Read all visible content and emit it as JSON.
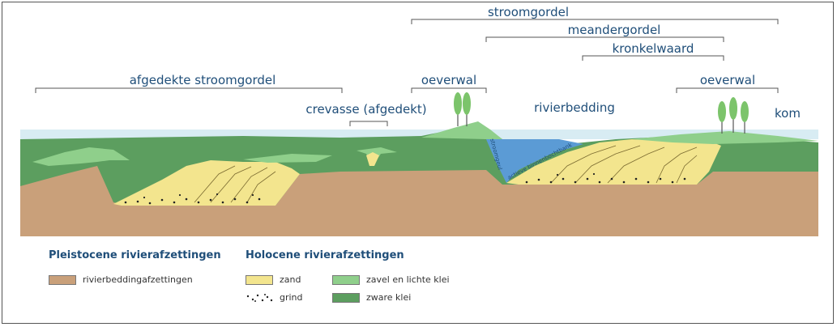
{
  "labels": {
    "stroomgordel": "stroomgordel",
    "meandergordel": "meandergordel",
    "kronkelwaard": "kronkelwaard",
    "afgedekte_stroomgordel": "afgedekte stroomgordel",
    "oeverwal_left": "oeverwal",
    "oeverwal_right": "oeverwal",
    "crevasse": "crevasse (afgedekt)",
    "rivierbedding": "rivierbedding",
    "kom": "kom",
    "actieve_binnenbochtbank": "actieve binnenbochtbank",
    "stroomgeul": "stroomgeul"
  },
  "legend": {
    "pleistocene_title": "Pleistocene rivierafzettingen",
    "holocene_title": "Holocene rivierafzettingen",
    "rivierbedding": "rivierbeddingafzettingen",
    "zand": "zand",
    "grind": "grind",
    "zavel": "zavel en lichte klei",
    "zware_klei": "zware klei"
  },
  "colors": {
    "water": "#d8ecf3",
    "river": "#5b9bd5",
    "heavy_clay": "#5c9e5f",
    "light_clay": "#8fcf8b",
    "sand": "#f3e58e",
    "pleistocene": "#c9a07a",
    "tree": "#7cc46b"
  }
}
